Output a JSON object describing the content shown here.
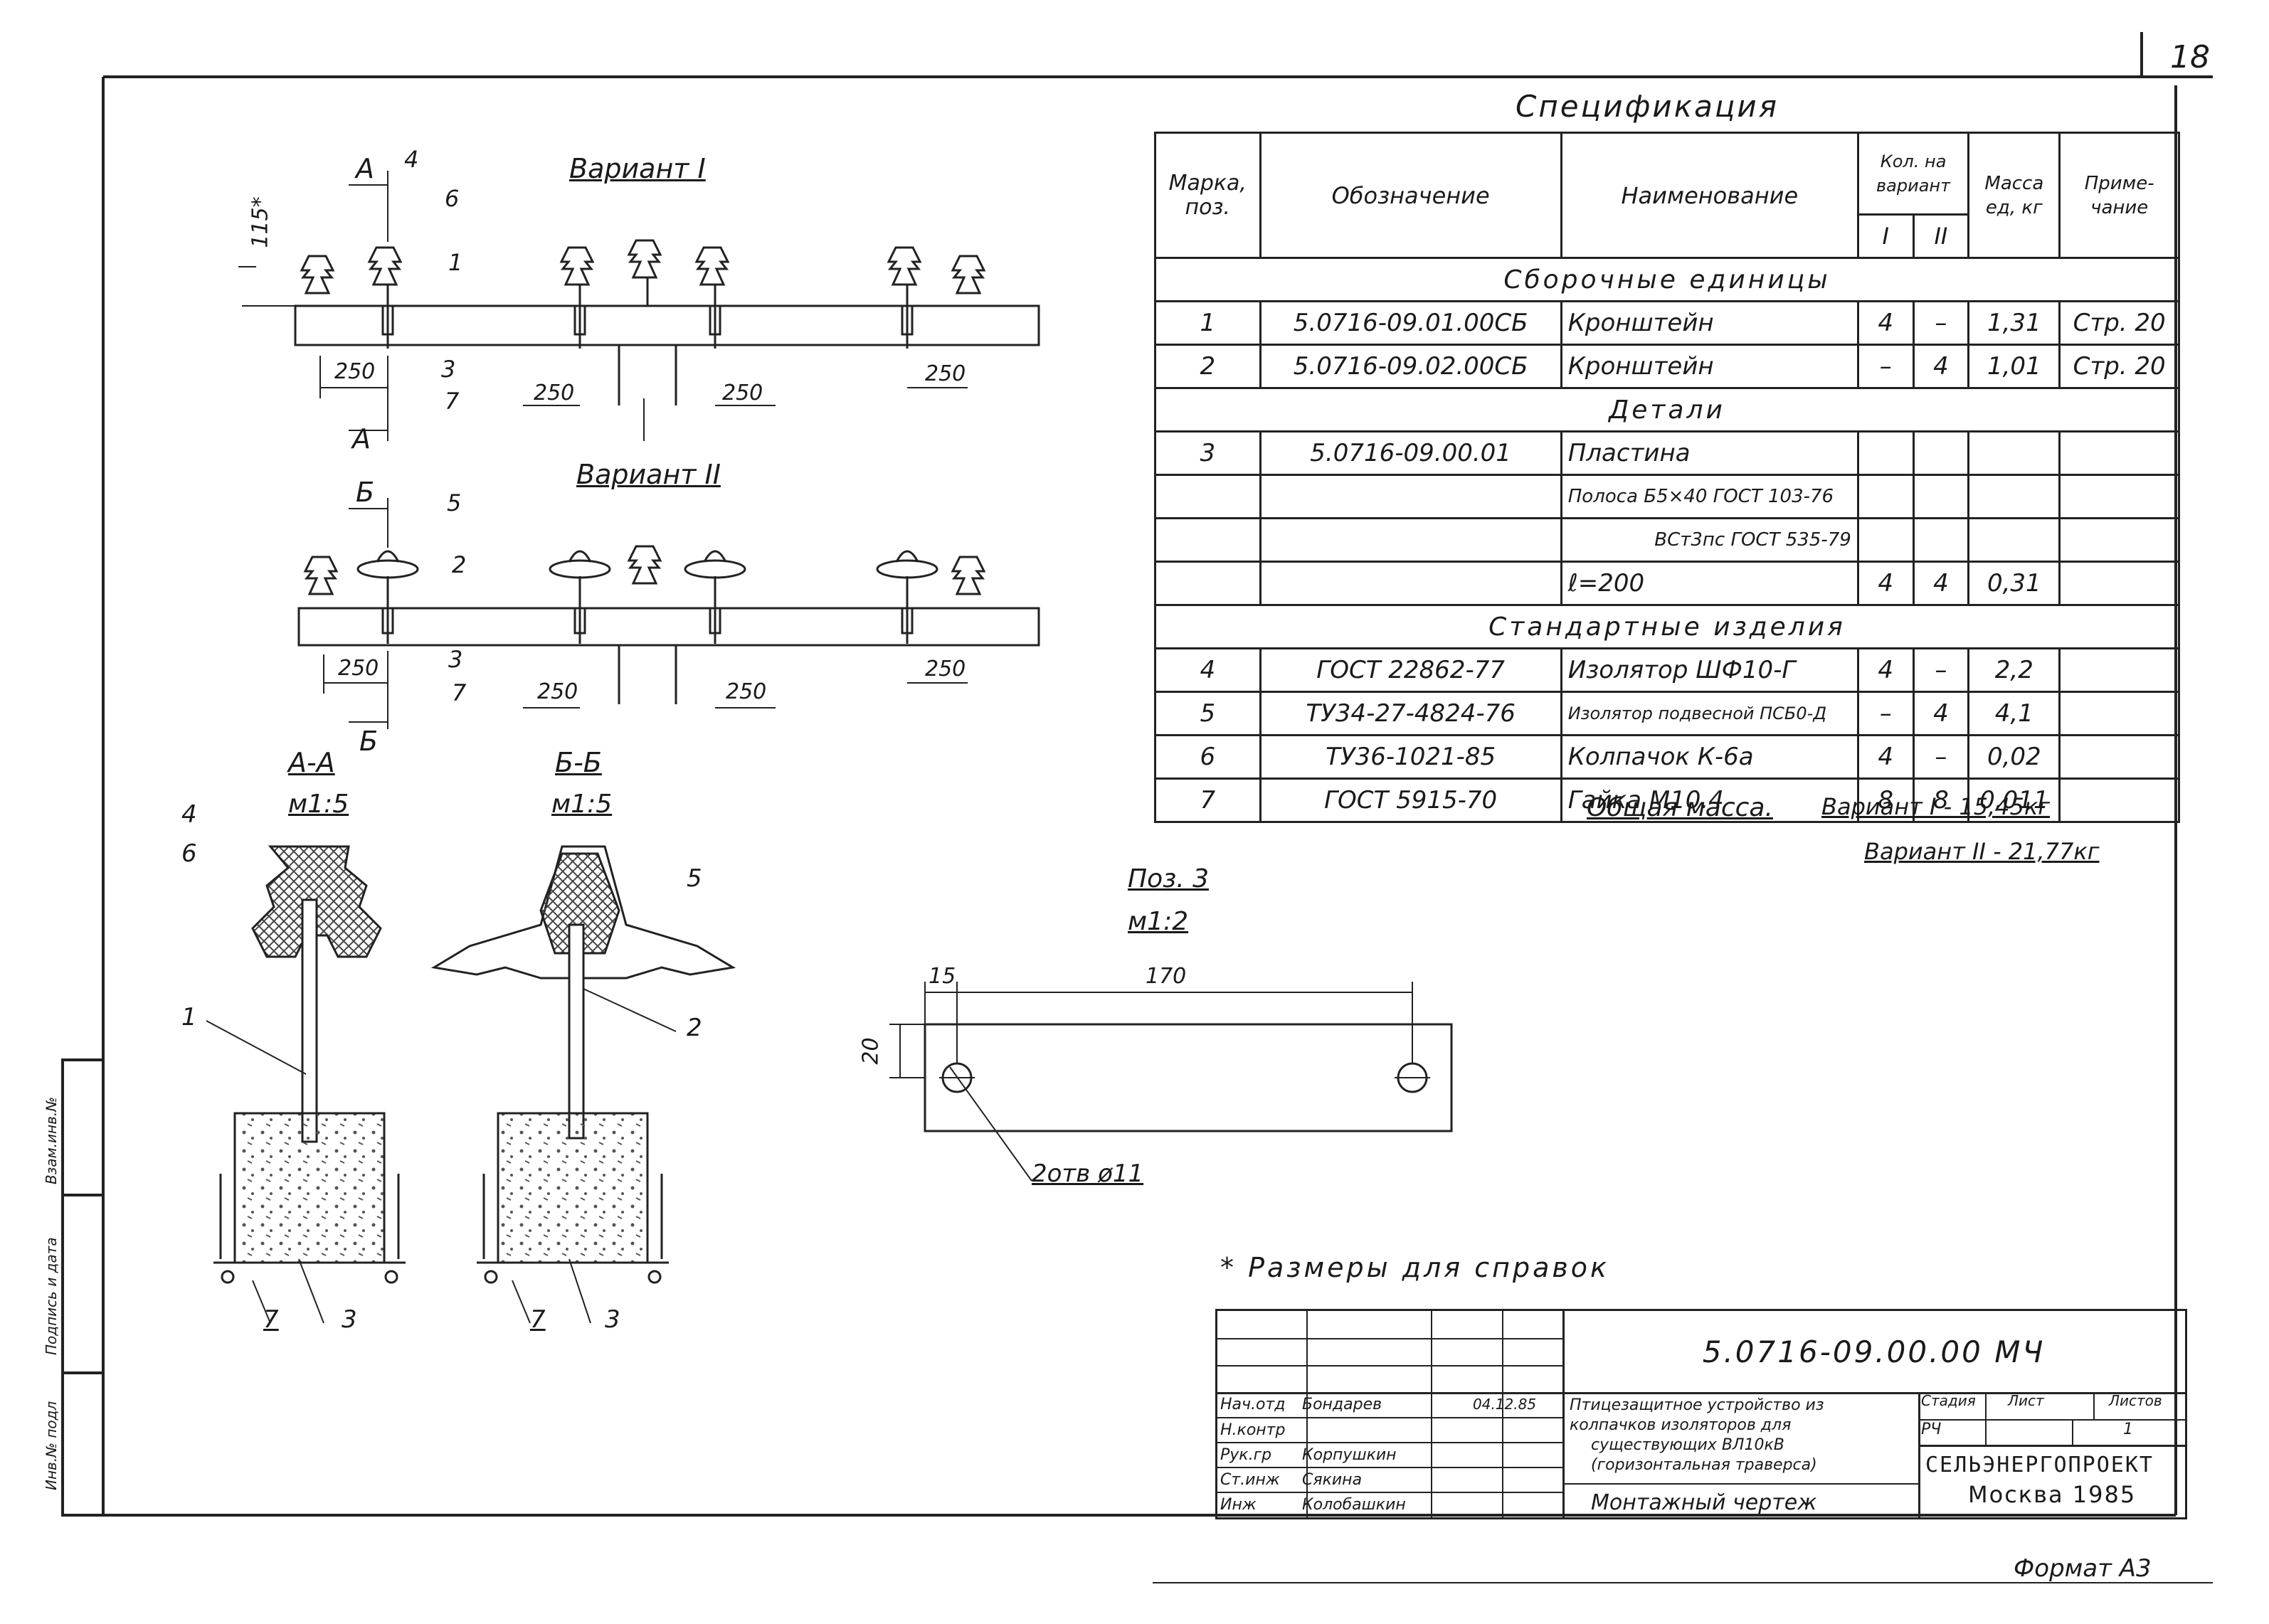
{
  "page_number": "18",
  "format": "Формат А3",
  "note": "* Размеры для справок",
  "spec": {
    "title": "Спецификация",
    "headers": {
      "mark": "Марка, поз.",
      "designation": "Обозначение",
      "name": "Наименование",
      "qty": "Кол. на вариант",
      "qty_v1": "I",
      "qty_v2": "II",
      "mass": "Масса ед, кг",
      "note": "Приме-чание"
    },
    "sections": {
      "assembly": "Сборочные единицы",
      "details": "Детали",
      "standard": "Стандартные изделия"
    },
    "rows": [
      {
        "pos": "1",
        "des": "5.0716-09.01.00СБ",
        "name": "Кронштейн",
        "q1": "4",
        "q2": "–",
        "mass": "1,31",
        "note": "Стр. 20"
      },
      {
        "pos": "2",
        "des": "5.0716-09.02.00СБ",
        "name": "Кронштейн",
        "q1": "–",
        "q2": "4",
        "mass": "1,01",
        "note": "Стр. 20"
      },
      {
        "pos": "3",
        "des": "5.0716-09.00.01",
        "name": "Пластина",
        "q1": "",
        "q2": "",
        "mass": "",
        "note": ""
      },
      {
        "pos": "",
        "des": "",
        "name": "Полоса Б5×40 ГОСТ 103-76",
        "q1": "",
        "q2": "",
        "mass": "",
        "note": ""
      },
      {
        "pos": "",
        "des": "",
        "name": "ВСт3пс ГОСТ 535-79",
        "q1": "",
        "q2": "",
        "mass": "",
        "note": ""
      },
      {
        "pos": "",
        "des": "",
        "name": "ℓ=200",
        "q1": "4",
        "q2": "4",
        "mass": "0,31",
        "note": ""
      },
      {
        "pos": "4",
        "des": "ГОСТ 22862-77",
        "name": "Изолятор ШФ10-Г",
        "q1": "4",
        "q2": "–",
        "mass": "2,2",
        "note": ""
      },
      {
        "pos": "5",
        "des": "ТУ34-27-4824-76",
        "name": "Изолятор подвесной ПСБ0-Д",
        "q1": "–",
        "q2": "4",
        "mass": "4,1",
        "note": ""
      },
      {
        "pos": "6",
        "des": "ТУ36-1021-85",
        "name": "Колпачок К-6а",
        "q1": "4",
        "q2": "–",
        "mass": "0,02",
        "note": ""
      },
      {
        "pos": "7",
        "des": "ГОСТ 5915-70",
        "name": "Гайка М10.4",
        "q1": "8",
        "q2": "8",
        "mass": "0,011",
        "note": ""
      }
    ],
    "total_label": "Общая масса.",
    "total_v1": "Вариант I - 15,45кг",
    "total_v2": "Вариант II - 21,77кг"
  },
  "drawing": {
    "variant1": "Вариант I",
    "variant2": "Вариант II",
    "section_a": "А",
    "section_b": "Б",
    "section_aa": "А-А",
    "section_bb": "Б-Б",
    "scale_15": "м1:5",
    "scale_12": "м1:2",
    "pos3": "Поз. 3",
    "dim_250": "250",
    "dim_115": "115*",
    "dim_15": "15",
    "dim_170": "170",
    "dim_20": "20",
    "holes": "2отв ø11",
    "callouts": [
      "1",
      "2",
      "3",
      "4",
      "5",
      "6",
      "7"
    ]
  },
  "titleblock": {
    "doc_code": "5.0716-09.00.00 МЧ",
    "roles": [
      "Нач.отд",
      "Н.контр",
      "Рук.гр",
      "Ст.инж",
      "Инж"
    ],
    "names": [
      "Бондарев",
      "",
      "Корпушкин",
      "Сякина",
      "Колобашкин"
    ],
    "date": "04.12.85",
    "title_lines": [
      "Птицезащитное устройство из",
      "колпачков изоляторов для",
      "существующих ВЛ10кВ",
      "(горизонтальная траверса)"
    ],
    "drawing_type": "Монтажный чертеж",
    "stage_label": "Стадия",
    "sheet_label": "Лист",
    "sheets_label": "Листов",
    "stage": "РЧ",
    "sheets": "1",
    "org": "СЕЛЬЭНЕРГОПРОЕКТ",
    "city": "Москва 1985",
    "side_labels": [
      "Инв.№ подл",
      "Подпись и дата",
      "Взам.инв.№"
    ]
  },
  "colors": {
    "ink": "#1a1a1a",
    "paper": "#ffffff",
    "hatch": "#555555"
  }
}
